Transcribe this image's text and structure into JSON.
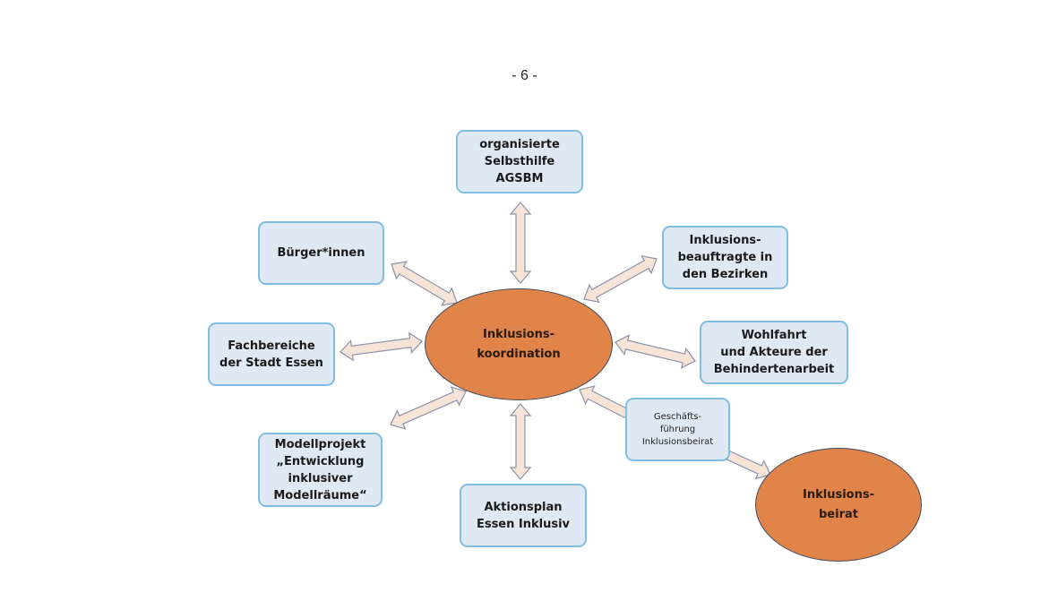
{
  "page": {
    "number_label": "- 6 -"
  },
  "diagram": {
    "center": {
      "label": "Inklusions-\nkoordination"
    },
    "advisory_board": {
      "label": "Inklusions-\nbeirat"
    },
    "nodes": {
      "selbsthilfe": {
        "label": "organisierte\nSelbsthilfe\nAGSBM"
      },
      "buerger": {
        "label": "Bürger*innen"
      },
      "beauftragte": {
        "label": "Inklusions-\nbeauftragte in\nden  Bezirken"
      },
      "fachbereiche": {
        "label": "Fachbereiche\nder Stadt Essen"
      },
      "wohlfahrt": {
        "label": "Wohlfahrt\nund Akteure der\nBehindertenarbeit"
      },
      "geschaeftsfuehrung": {
        "label": "Geschäfts-\nführung\nInklusionsbeirat"
      },
      "modellprojekt": {
        "label": "Modellprojekt\n„Entwicklung\ninklusiver\nModellräume“"
      },
      "aktionsplan": {
        "label": "Aktionsplan\nEssen Inklusiv"
      }
    },
    "colors": {
      "box_fill": "#dfe9f4",
      "box_border": "#7fbde3",
      "ellipse_fill": "#e0844a",
      "arrow_fill": "#f7e4d6",
      "arrow_stroke": "#8a93ab"
    }
  }
}
